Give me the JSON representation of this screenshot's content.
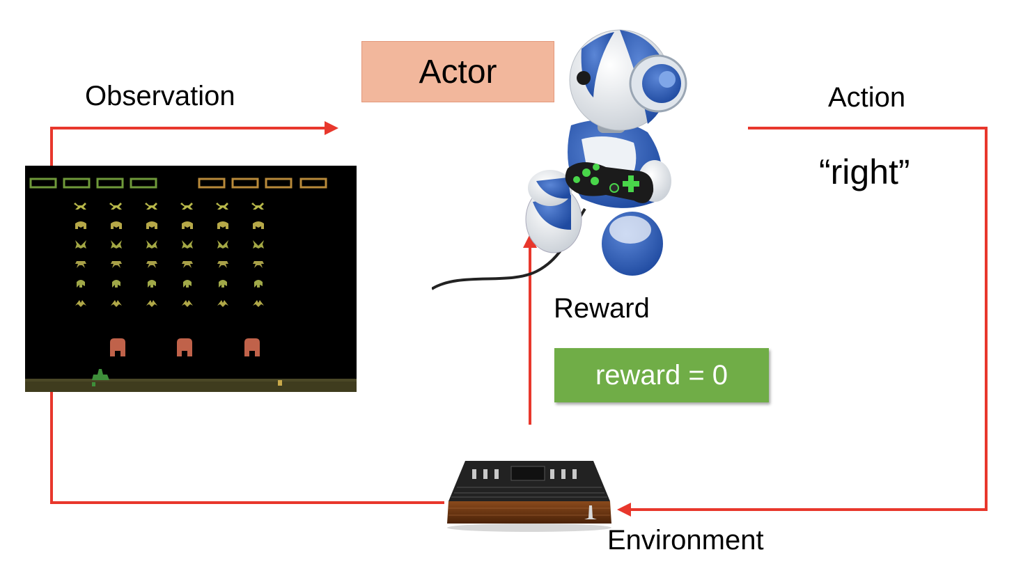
{
  "labels": {
    "observation": "Observation",
    "action": "Action",
    "action_value": "“right”",
    "reward": "Reward",
    "environment": "Environment"
  },
  "actor": {
    "label": "Actor",
    "color": "#f2b79c"
  },
  "reward_box": {
    "label": "reward = 0",
    "color": "#70ad47"
  },
  "colors": {
    "arrow": "#e8372c"
  },
  "game_screen": {
    "icon": "space-invaders-screen",
    "invader_colors": [
      "#b8b84a",
      "#b6a848",
      "#a4a845",
      "#a8a048",
      "#a0a848",
      "#b0a848"
    ],
    "bunker_color": "#c0624a"
  },
  "robot": {
    "icon": "robot-with-gamepad-image"
  },
  "console": {
    "icon": "atari-2600-console-image"
  }
}
